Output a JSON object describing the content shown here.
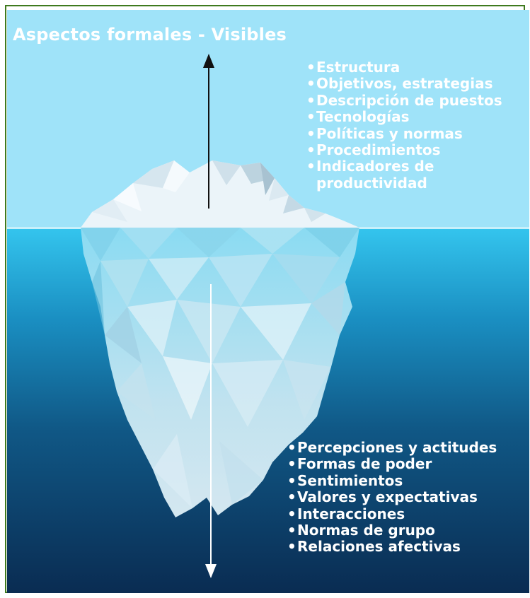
{
  "title": "Aspectos formales - Visibles",
  "visible_aspects": [
    "Estructura",
    "Objetivos, estrategias",
    "Descripción de puestos",
    "Tecnologías",
    "Políticas y normas",
    "Procedimientos",
    "Indicadores de productividad"
  ],
  "hidden_aspects": [
    "Percepciones y actitudes",
    "Formas de poder",
    "Sentimientos",
    "Valores y expectativas",
    "Interacciones",
    "Normas de grupo",
    "Relaciones afectivas"
  ],
  "colors": {
    "sky": "#9fe3f9",
    "water_top": "#34c5ee",
    "water_bottom": "#0a2c52",
    "frame": "#3f7a1e",
    "ice": "#e8f3f9",
    "up_arrow": "#111111",
    "down_arrow": "#ffffff"
  }
}
